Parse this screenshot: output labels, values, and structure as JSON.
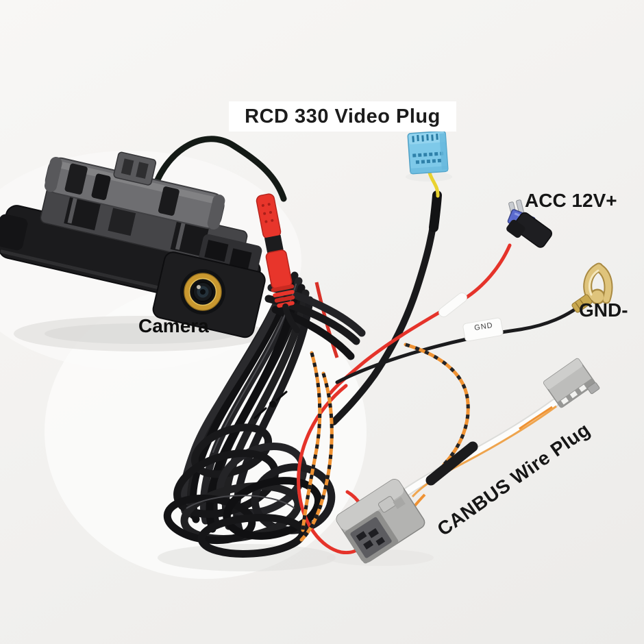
{
  "scene": {
    "type": "product-photo",
    "subject": "Car trunk-handle reversing camera kit with RCD330 wiring harness",
    "background_color": "#f1f0ee"
  },
  "annotations": {
    "video_plug_label": "RCD 330 Video Plug",
    "camera_label": "Camera",
    "acc_label": "ACC 12V+",
    "ground_label": "GND-",
    "ground_sleeve_label": "GND",
    "canbus_label": "CANBUS Wire Plug"
  },
  "parts": {
    "trunk_handle_camera": {
      "body_color": "#1b1b1d",
      "pad_color": "#6e6e71",
      "lens_ring_color": "#c9982f"
    },
    "video_plug": {
      "color": "#7ec9e9",
      "pin_hole_color": "#2f81aa"
    },
    "video_connector": {
      "color": "#e8352b"
    },
    "camera_pigtail": {
      "color": "#141a16"
    },
    "cable_coil": {
      "color": "#1c1c1e"
    },
    "acc_wire": {
      "color": "#e5332a",
      "fuse_color": "#5565cf"
    },
    "ground_wire": {
      "color": "#1b1b1d",
      "fork_terminal_color": "#d9bb6d"
    },
    "canbus_twisted_pair": {
      "colors": [
        "#ef9233",
        "#242426"
      ]
    },
    "canbus_ribbon": {
      "colors": [
        "#fdfdfc",
        "#ef9d3e"
      ]
    },
    "canbus_connectors": {
      "color": "#b3b3b1"
    },
    "yellow_lead": {
      "color": "#e9d230"
    }
  }
}
